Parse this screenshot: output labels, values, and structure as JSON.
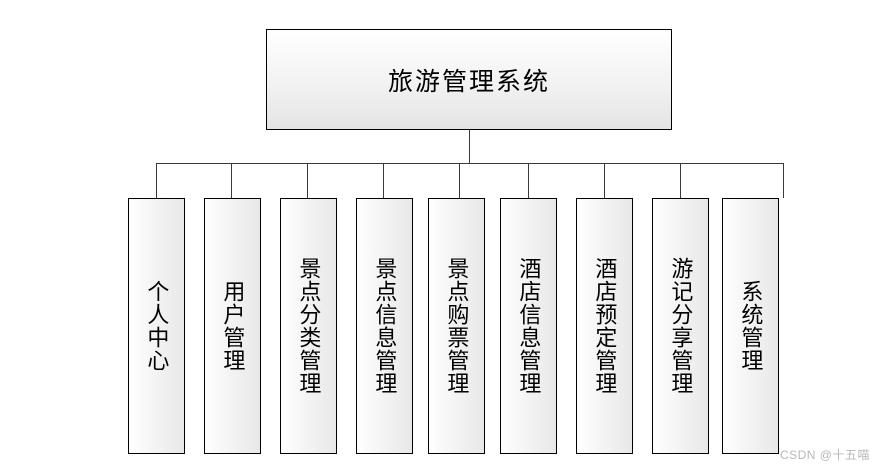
{
  "diagram": {
    "type": "tree",
    "root": {
      "label": "旅游管理系统"
    },
    "leaves": [
      {
        "label": "个人中心"
      },
      {
        "label": "用户管理"
      },
      {
        "label": "景点分类管理"
      },
      {
        "label": "景点信息管理"
      },
      {
        "label": "景点购票管理"
      },
      {
        "label": "酒店信息管理"
      },
      {
        "label": "酒店预定管理"
      },
      {
        "label": "游记分享管理"
      },
      {
        "label": "系统管理"
      }
    ]
  },
  "watermark": {
    "text": "CSDN @十五喵"
  }
}
